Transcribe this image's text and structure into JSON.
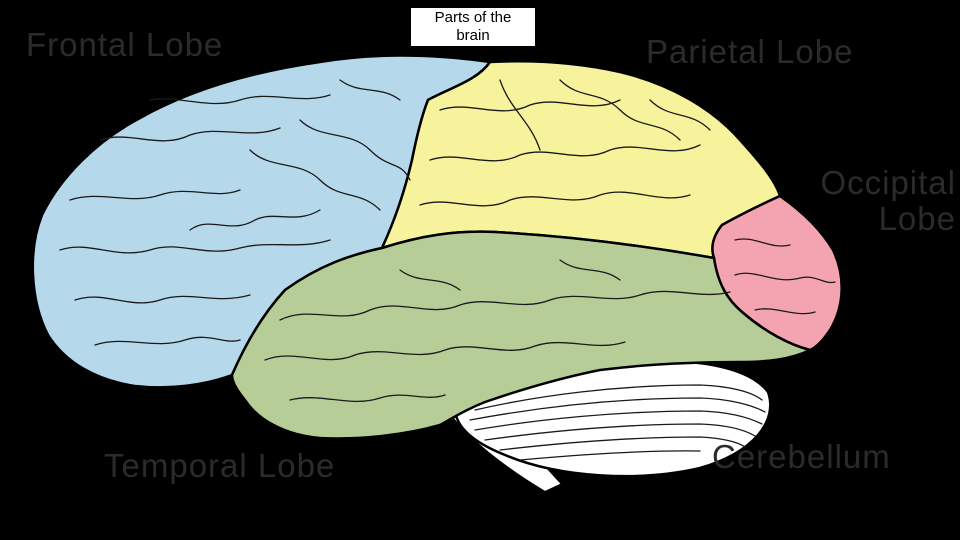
{
  "caption": {
    "line1": "Parts of the",
    "line2": "brain"
  },
  "labels": {
    "frontal": "Frontal Lobe",
    "parietal": "Parietal Lobe",
    "occipital_1": "Occipital",
    "occipital_2": "Lobe",
    "temporal": "Temporal Lobe",
    "cerebellum": "Cerebellum"
  },
  "colors": {
    "background": "#000000",
    "frontal": "#b5d8eb",
    "parietal": "#f7f39c",
    "occipital": "#f3a4b0",
    "temporal": "#b7cd98",
    "cerebellum": "#ffffff",
    "label_text": "#2b2b2b"
  }
}
